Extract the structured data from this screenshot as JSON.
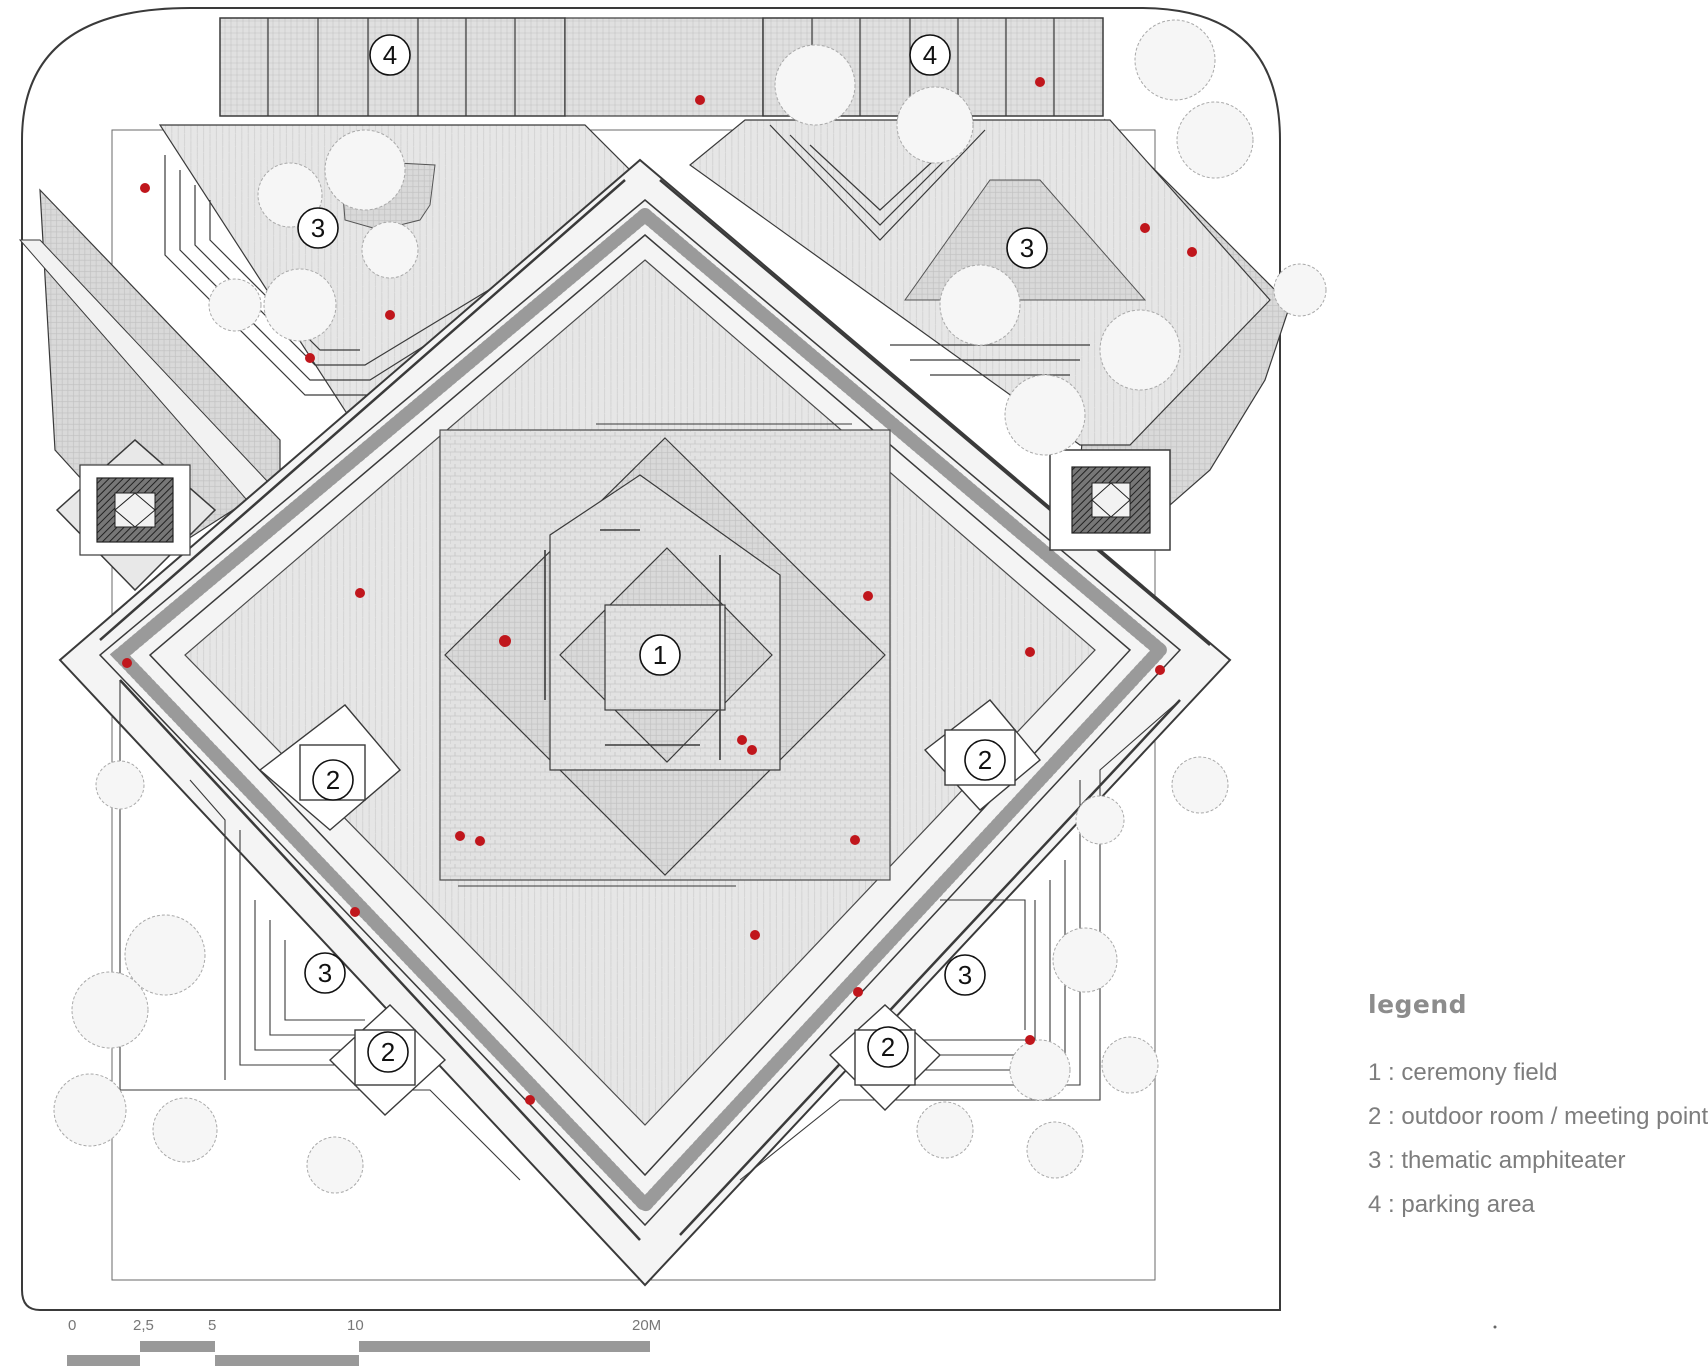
{
  "markers": {
    "ceremony": "1",
    "outdoor_room": "2",
    "amphitheater": "3",
    "parking": "4"
  },
  "legend": {
    "title": "legend",
    "items": [
      "1 : ceremony field",
      "2 : outdoor room / meeting point",
      "3 : thematic amphiteater",
      "4 : parking area"
    ]
  },
  "scale": {
    "labels": [
      "0",
      "2,5",
      "5",
      "10",
      "20M"
    ]
  },
  "colors": {
    "line": "#3a3a3a",
    "paving": "#dcdcdc",
    "paving_dark": "#c9c9c9",
    "people": "#c0161c",
    "scale_bar": "#999999"
  }
}
